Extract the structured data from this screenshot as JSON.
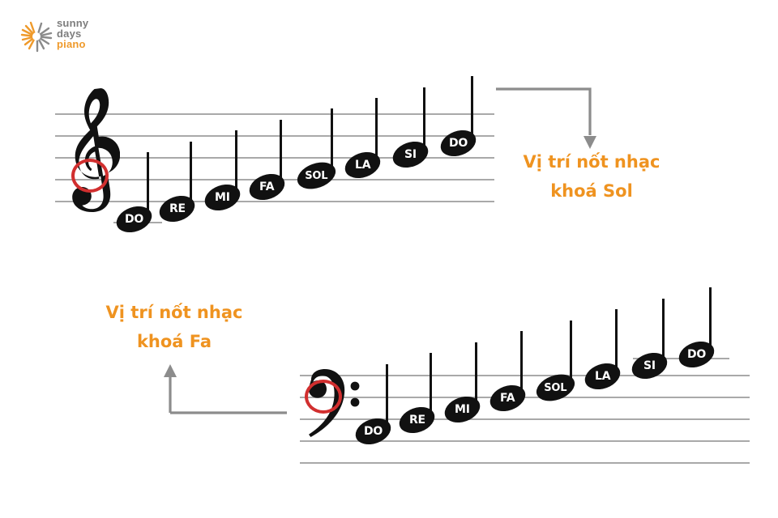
{
  "logo": {
    "name": "sunny-days-piano",
    "line1": "sunny",
    "line2": "days",
    "line3": "piano",
    "mark_icon": "sunburst-icon",
    "gray": "#7d7d7d",
    "orange": "#ef9a2b"
  },
  "colors": {
    "staff_line": "#a9a9a9",
    "note": "#111111",
    "highlight_red": "#d12f2f",
    "callout_orange": "#ef9320",
    "arrow_gray": "#8c8c8c"
  },
  "systems": [
    {
      "id": "treble-system",
      "clef": "treble-clef",
      "clef_name": "Sol",
      "highlight": "G-line-ring",
      "notes": [
        {
          "label": "DO"
        },
        {
          "label": "RE"
        },
        {
          "label": "MI"
        },
        {
          "label": "FA"
        },
        {
          "label": "SOL"
        },
        {
          "label": "LA"
        },
        {
          "label": "SI"
        },
        {
          "label": "DO"
        }
      ],
      "callout": {
        "line1": "Vị trí nốt nhạc",
        "line2": "khoá Sol"
      },
      "arrow": "arrow-down-to-treble-label"
    },
    {
      "id": "bass-system",
      "clef": "bass-clef",
      "clef_name": "Fa",
      "highlight": "F-dot-ring",
      "notes": [
        {
          "label": "DO"
        },
        {
          "label": "RE"
        },
        {
          "label": "MI"
        },
        {
          "label": "FA"
        },
        {
          "label": "SOL"
        },
        {
          "label": "LA"
        },
        {
          "label": "SI"
        },
        {
          "label": "DO"
        }
      ],
      "callout": {
        "line1": "Vị trí nốt nhạc",
        "line2": "khoá Fa"
      },
      "arrow": "arrow-up-to-bass-label"
    }
  ]
}
